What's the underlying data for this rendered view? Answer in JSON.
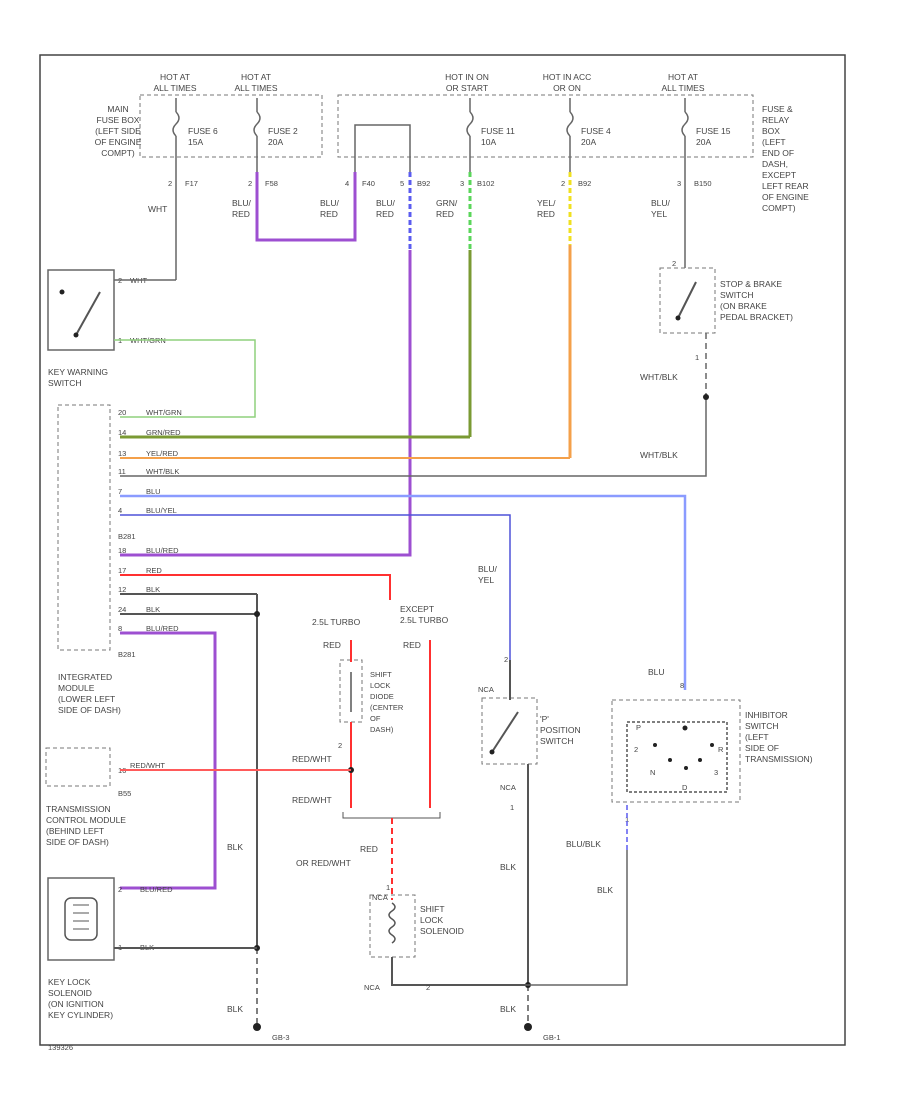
{
  "power": {
    "hot1": [
      "HOT AT",
      "ALL TIMES"
    ],
    "hot2": [
      "HOT AT",
      "ALL TIMES"
    ],
    "hot3": [
      "HOT IN ON",
      "OR START"
    ],
    "hot4": [
      "HOT IN ACC",
      "OR ON"
    ],
    "hot5": [
      "HOT AT",
      "ALL TIMES"
    ]
  },
  "fuse_box_left": [
    "MAIN",
    "FUSE BOX",
    "(LEFT SIDE",
    "OF ENGINE",
    "COMPT)"
  ],
  "fuse_box_right": [
    "FUSE &",
    "RELAY",
    "BOX",
    "(LEFT",
    "END OF",
    "DASH,",
    "EXCEPT",
    "LEFT REAR",
    "OF ENGINE",
    "COMPT)"
  ],
  "fuses": {
    "f1": [
      "FUSE 6",
      "15A"
    ],
    "f2": [
      "FUSE 2",
      "20A"
    ],
    "f3": [
      "FUSE 11",
      "10A"
    ],
    "f4": [
      "FUSE 4",
      "20A"
    ],
    "f5": [
      "FUSE 15",
      "20A"
    ]
  },
  "pins": {
    "p1": "2",
    "c1": "F17",
    "p2": "2",
    "c2": "F58",
    "p3": "4",
    "c3": "F40",
    "p4": "5",
    "c4": "B92",
    "p5": "3",
    "c5": "B102",
    "p6": "2",
    "c6": "B92",
    "p7": "3",
    "c7": "B150"
  },
  "wires": {
    "wht": "WHT",
    "blu_red_a": [
      "BLU/",
      "RED"
    ],
    "blu_red_b": [
      "BLU/",
      "RED"
    ],
    "blu_red_c": [
      "BLU/",
      "RED"
    ],
    "grn_red": [
      "GRN/",
      "RED"
    ],
    "yel_red": [
      "YEL/",
      "RED"
    ],
    "blu_yel": [
      "BLU/",
      "YEL"
    ],
    "wht_blk_a": "WHT/BLK",
    "wht_blk_b": "WHT/BLK",
    "blu_yel2": [
      "BLU/",
      "YEL"
    ],
    "blu_top": "BLU",
    "red_a": "RED",
    "red_b": "RED",
    "red_wht_a": "RED/WHT",
    "red_wht_b": "RED/WHT",
    "red_or": [
      "RED",
      "OR RED/WHT"
    ],
    "blk_a": "BLK",
    "blk_b": "BLK",
    "blk_c": "BLK",
    "blk_d": "BLK",
    "blk_e": "BLK",
    "blu_blk": "BLU/BLK"
  },
  "key_warning": {
    "pin_top": "2",
    "wire_top": "WHT",
    "pin_bot": "1",
    "wire_bot": "WHT/GRN",
    "label": [
      "KEY WARNING",
      "SWITCH"
    ]
  },
  "module_rows": [
    {
      "pin": "20",
      "wire": "WHT/GRN",
      "color": "#8fd07d"
    },
    {
      "pin": "14",
      "wire": "GRN/RED",
      "color": "#7a9a33"
    },
    {
      "pin": "13",
      "wire": "YEL/RED",
      "color": "#f4a04a"
    },
    {
      "pin": "11",
      "wire": "WHT/BLK",
      "color": "#8c8c8c"
    },
    {
      "pin": "7",
      "wire": "BLU",
      "color": "#8a9bff"
    },
    {
      "pin": "4",
      "wire": "BLU/YEL",
      "color": "#4f52d8"
    },
    {
      "pin": "",
      "wire": "B281",
      "color": ""
    },
    {
      "pin": "18",
      "wire": "BLU/RED",
      "color": "#9d4fd1"
    },
    {
      "pin": "17",
      "wire": "RED",
      "color": "#ff3030"
    },
    {
      "pin": "12",
      "wire": "BLK",
      "color": "#555555"
    },
    {
      "pin": "24",
      "wire": "BLK",
      "color": "#555555"
    },
    {
      "pin": "8",
      "wire": "BLU/RED",
      "color": "#9d4fd1"
    },
    {
      "pin": "",
      "wire": "B281",
      "color": ""
    }
  ],
  "module_label": [
    "INTEGRATED",
    "MODULE",
    "(LOWER LEFT",
    "SIDE OF DASH)"
  ],
  "stop_switch": {
    "pin_top": "2",
    "pin_bot": "1",
    "label": [
      "STOP & BRAKE",
      "SWITCH",
      "(ON BRAKE",
      "PEDAL BRACKET)"
    ]
  },
  "variants": {
    "left": "2.5L TURBO",
    "right": [
      "EXCEPT",
      "2.5L TURBO"
    ]
  },
  "shift_lock_diode": {
    "pin": "2",
    "label": [
      "SHIFT",
      "LOCK",
      "DIODE",
      "(CENTER",
      "OF",
      "DASH)"
    ]
  },
  "p_switch": {
    "pin_top": "2",
    "nca": "NCA",
    "pin_bot": "1",
    "label": [
      "'P'",
      "POSITION",
      "SWITCH"
    ]
  },
  "inhibitor": {
    "pin_top": "8",
    "pin_bot": "1",
    "label": [
      "INHIBITOR",
      "SWITCH",
      "(LEFT",
      "SIDE OF",
      "TRANSMISSION)"
    ],
    "positions": [
      "P",
      "R",
      "N",
      "D",
      "3",
      "2"
    ]
  },
  "tcm": {
    "pin": "16",
    "conn": "B55",
    "wire": "RED/WHT",
    "label": [
      "TRANSMISSION",
      "CONTROL MODULE",
      "(BEHIND LEFT",
      "SIDE OF DASH)"
    ]
  },
  "shift_solenoid": {
    "pin_top": "1",
    "nca": "NCA",
    "pin_bot": "2",
    "label": [
      "SHIFT",
      "LOCK",
      "SOLENOID"
    ]
  },
  "key_lock_solenoid": {
    "pin_top": "2",
    "pin_bot": "1",
    "wire_top": "BLU/RED",
    "wire_bot": "BLK",
    "label": [
      "KEY LOCK",
      "SOLENOID",
      "(ON IGNITION",
      "KEY CYLINDER)"
    ]
  },
  "grounds": {
    "g1": "GB-3",
    "g2": "GB-1"
  },
  "diagram_id": "139326",
  "colors": {
    "purple": "#9d4fd1",
    "blue": "#5b5cf0",
    "green_dash": "#5ad65a",
    "yellow_dash": "#f0e020",
    "gray": "#777777",
    "red": "#ff3030",
    "orange": "#f4a04a",
    "olive": "#7a9a33",
    "light_green": "#8fd07d",
    "light_blue": "#8a9bff",
    "dark_blue": "#4f52d8"
  }
}
